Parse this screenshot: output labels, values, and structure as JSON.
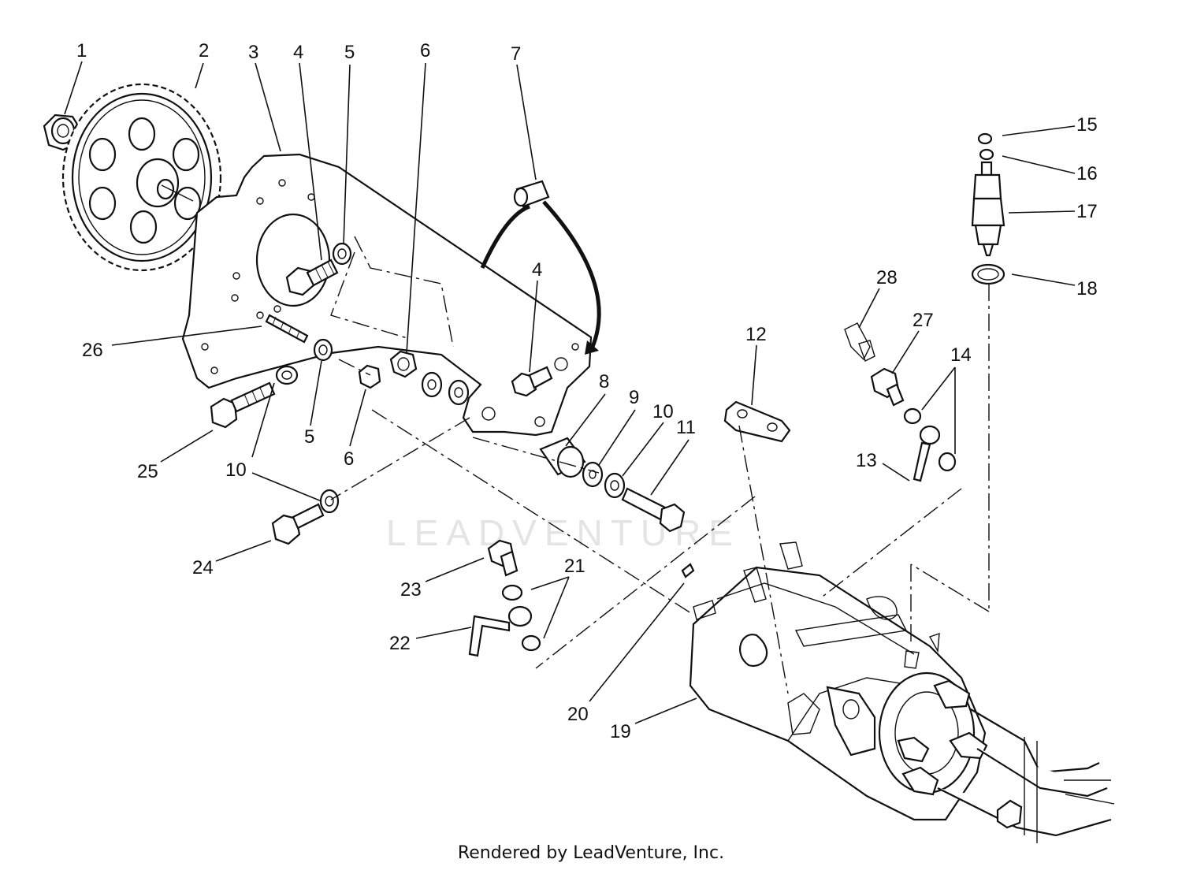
{
  "watermark": "LEADVENTURE",
  "credit": "Rendered by LeadVenture, Inc.",
  "callouts": [
    "1",
    "2",
    "3",
    "4",
    "5",
    "6",
    "7",
    "4",
    "26",
    "8",
    "9",
    "10",
    "11",
    "25",
    "5",
    "6",
    "10",
    "24",
    "12",
    "28",
    "27",
    "14",
    "13",
    "15",
    "16",
    "17",
    "18",
    "23",
    "21",
    "22",
    "20",
    "19"
  ]
}
